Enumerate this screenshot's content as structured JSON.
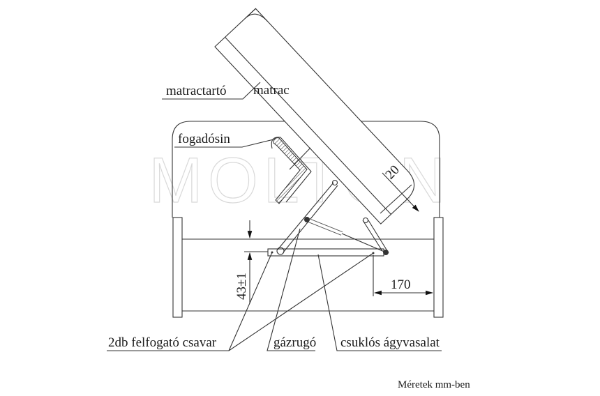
{
  "watermark": "MOLTON",
  "labels": {
    "mattress_frame": "matractartó",
    "mattress": "matrac",
    "receiving_rail": "fogadósin",
    "screws": "2db felfogató csavar",
    "gas_spring": "gázrugó",
    "hinged_fitting": "csuklós ágyvasalat"
  },
  "dimensions": {
    "thickness": "20",
    "offset": "170",
    "height": "43±1"
  },
  "note": "Méretek mm-ben"
}
